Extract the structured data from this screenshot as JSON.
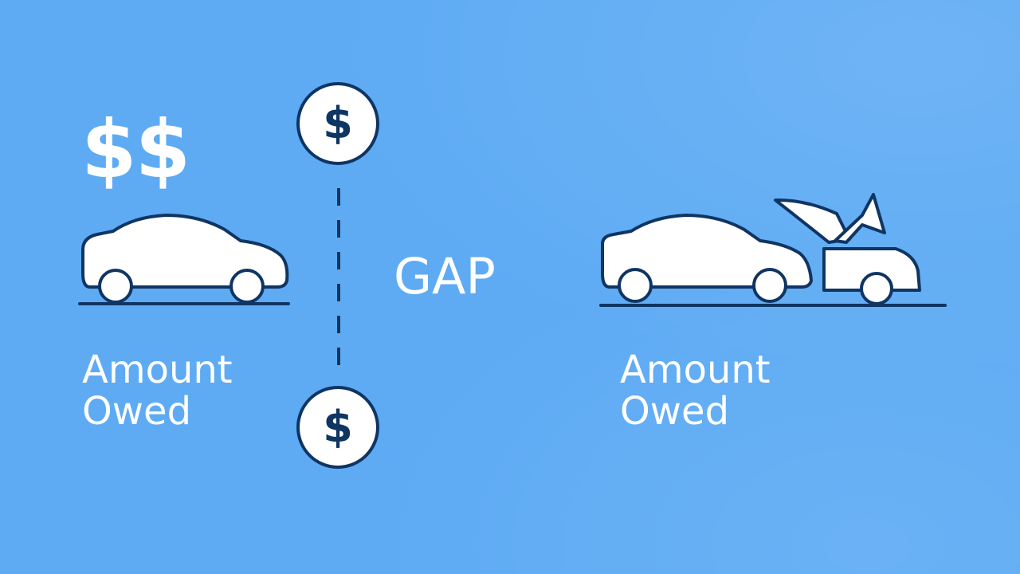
{
  "dollars_text": "$$",
  "gap_text": "GAP",
  "coin_symbol": "$",
  "left_label": {
    "line1": "Amount",
    "line2": "Owed"
  },
  "right_label": {
    "line1": "Amount",
    "line2": "Owed"
  },
  "colors": {
    "background": "#5eabf4",
    "outline": "#0f3563",
    "fill": "#ffffff"
  }
}
